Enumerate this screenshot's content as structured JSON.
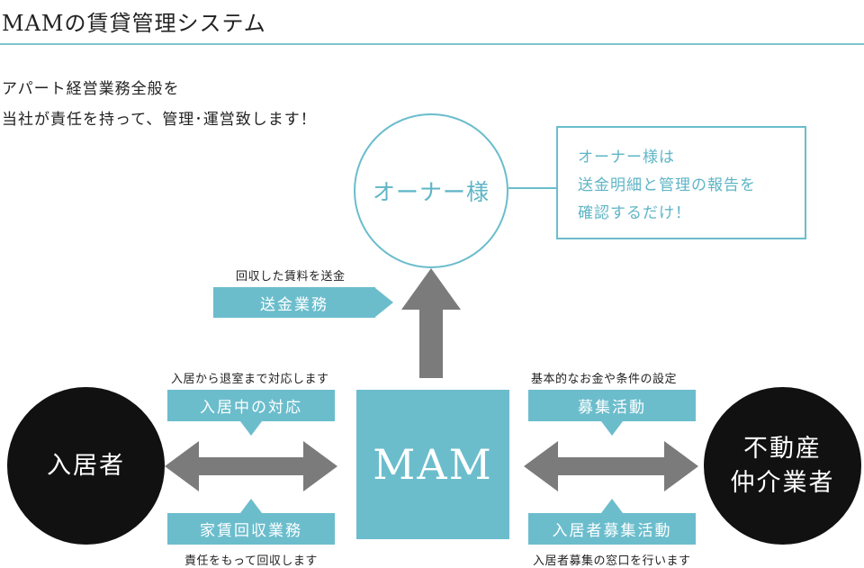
{
  "title": "MAMの賃貸管理システム",
  "intro": {
    "line1": "アパート経営業務全般を",
    "line2": "当社が責任を持って、管理･運営致します！"
  },
  "owner": {
    "label": "オーナー様",
    "note_lines": [
      "オーナー様は",
      "送金明細と管理の報告を",
      "確認するだけ！"
    ]
  },
  "remittance": {
    "caption": "回収した賃料を送金",
    "label": "送金業務"
  },
  "center": {
    "label": "MAM"
  },
  "tenant": {
    "label": "入居者",
    "top_caption": "入居から退室まで対応します",
    "top_label": "入居中の対応",
    "bottom_label": "家賃回収業務",
    "bottom_caption": "責任をもって回収します"
  },
  "agency": {
    "label_line1": "不動産",
    "label_line2": "仲介業者",
    "top_caption": "基本的なお金や条件の設定",
    "top_label": "募集活動",
    "bottom_label": "入居者募集活動",
    "bottom_caption": "入居者募集の窓口を行います"
  },
  "colors": {
    "accent": "#6bbdcc",
    "arrow": "#7b7b7b",
    "circle": "#111111"
  },
  "icons": {
    "up_arrow": "up-arrow-icon",
    "double_arrow": "double-arrow-icon"
  }
}
